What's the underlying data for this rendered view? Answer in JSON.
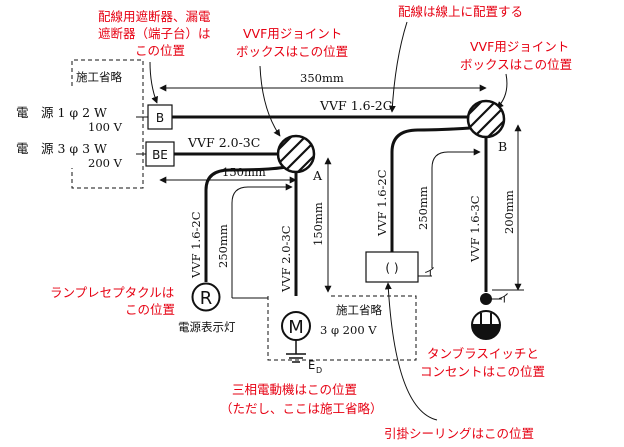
{
  "annotations": {
    "breaker_line1": "配線用遮断器、漏電",
    "breaker_line2": "遮断器（端子台）は",
    "breaker_line3": "この位置",
    "jb1_line1": "VVF用ジョイント",
    "jb1_line2": "ボックスはこの位置",
    "wiring_note": "配線は線上に配置する",
    "jb2_line1": "VVF用ジョイント",
    "jb2_line2": "ボックスはこの位置",
    "lamp_line1": "ランプレセプタクルは",
    "lamp_line2": "この位置",
    "motor_line1": "三相電動機はこの位置",
    "motor_line2": "（ただし、ここは施工省略）",
    "switch_line1": "タンブラスイッチと",
    "switch_line2": "コンセントはこの位置",
    "ceiling": "引掛シーリングはこの位置"
  },
  "labels": {
    "omit_top": "施工省略",
    "omit_motor": "施工省略",
    "power1_line1": "電　源 1 φ 2 W",
    "power1_line2": "100 V",
    "power2_line1": "電　源 3 φ 3 W",
    "power2_line2": "200 V",
    "box_b": "B",
    "box_be": "BE",
    "cable_top": "VVF 1.6-2C",
    "cable_mid": "VVF 2.0-3C",
    "cable_lamp": "VVF 1.6-2C",
    "cable_motor": "VVF 2.0-3C",
    "cable_ceiling": "VVF 1.6-2C",
    "cable_switch": "VVF 1.6-3C",
    "dim_350": "350mm",
    "dim_150h": "150mm",
    "dim_150v": "150mm",
    "dim_250a": "250mm",
    "dim_250b": "250mm",
    "dim_200": "200mm",
    "point_a": "A",
    "point_b": "B",
    "lamp_symbol": "R",
    "lamp_caption": "電源表示灯",
    "motor_symbol": "M",
    "motor_spec": "3 φ 200 V",
    "earth_label": "E",
    "earth_sub": "D",
    "ceiling_symbol": "( )",
    "tick1": "イ",
    "tick2": "イ"
  }
}
